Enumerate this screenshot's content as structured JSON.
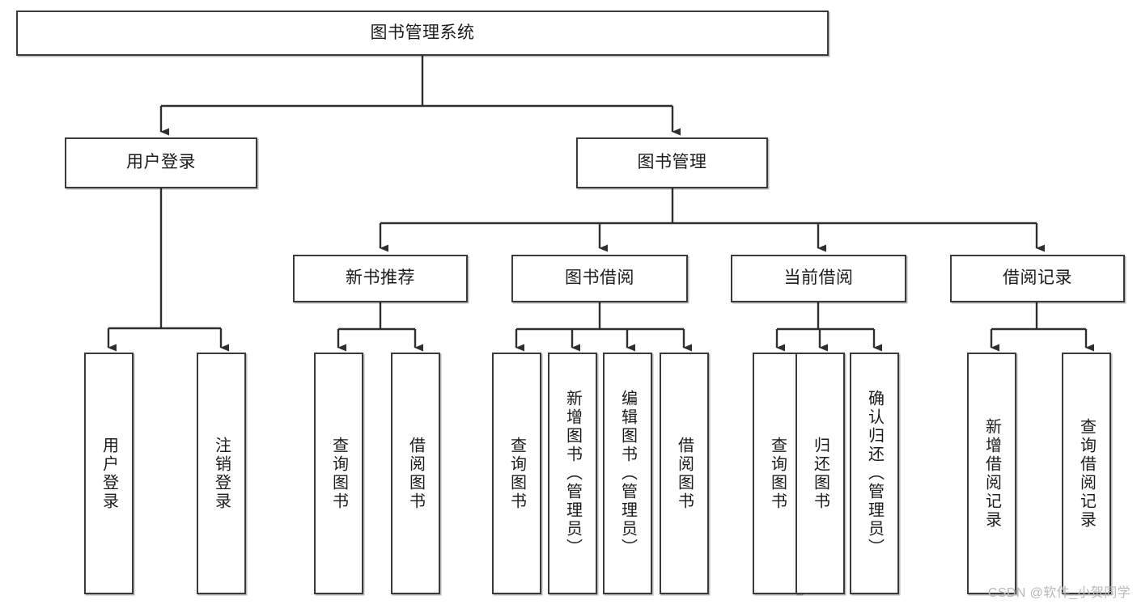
{
  "diagram": {
    "title": "图书管理系统",
    "type": "hierarchy-tree",
    "watermark": "CSDN @软件_小贺同学",
    "colors": {
      "box_border": "#3a3a3a",
      "box_fill": "#ffffff",
      "connector": "#2f2f2f",
      "text": "#1b1b1b",
      "watermark": "#b8b8b8"
    },
    "levels": {
      "root": {
        "id": "root",
        "label": "图书管理系统"
      },
      "level2": [
        {
          "id": "user-login",
          "label": "用户登录"
        },
        {
          "id": "book-management",
          "label": "图书管理"
        }
      ],
      "level3": [
        {
          "id": "new-book-recommend",
          "label": "新书推荐",
          "parent": "book-management"
        },
        {
          "id": "book-borrow",
          "label": "图书借阅",
          "parent": "book-management"
        },
        {
          "id": "current-borrow",
          "label": "当前借阅",
          "parent": "book-management"
        },
        {
          "id": "borrow-record",
          "label": "借阅记录",
          "parent": "book-management"
        }
      ],
      "leaves": [
        {
          "id": "leaf-user-login",
          "label": "用户登录",
          "parent": "user-login"
        },
        {
          "id": "leaf-logout",
          "label": "注销登录",
          "parent": "user-login"
        },
        {
          "id": "leaf-query-book-1",
          "label": "查询图书",
          "parent": "new-book-recommend"
        },
        {
          "id": "leaf-borrow-book-1",
          "label": "借阅图书",
          "parent": "new-book-recommend"
        },
        {
          "id": "leaf-query-book-2",
          "label": "查询图书",
          "parent": "book-borrow"
        },
        {
          "id": "leaf-add-book",
          "label": "新增图书（管理员）",
          "parent": "book-borrow"
        },
        {
          "id": "leaf-edit-book",
          "label": "编辑图书（管理员）",
          "parent": "book-borrow"
        },
        {
          "id": "leaf-borrow-book-2",
          "label": "借阅图书",
          "parent": "book-borrow"
        },
        {
          "id": "leaf-query-book-3",
          "label": "查询图书",
          "parent": "current-borrow"
        },
        {
          "id": "leaf-return-book",
          "label": "归还图书",
          "parent": "current-borrow"
        },
        {
          "id": "leaf-confirm-return",
          "label": "确认归还（管理员）",
          "parent": "current-borrow"
        },
        {
          "id": "leaf-add-record",
          "label": "新增借阅记录",
          "parent": "borrow-record"
        },
        {
          "id": "leaf-query-record",
          "label": "查询借阅记录",
          "parent": "borrow-record"
        }
      ]
    }
  }
}
